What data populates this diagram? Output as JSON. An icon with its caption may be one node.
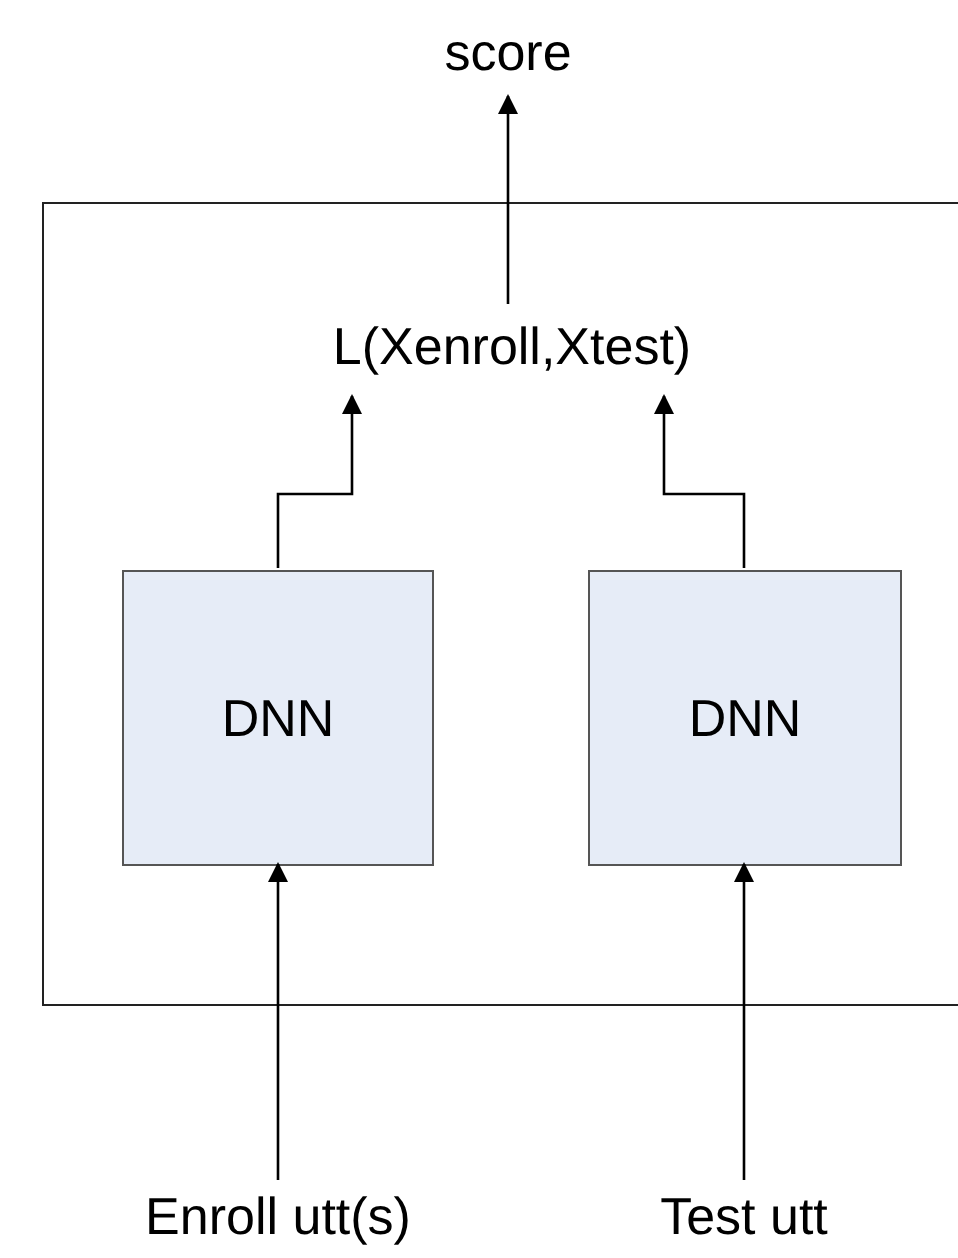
{
  "diagram": {
    "nodes": [
      {
        "text": [],
        "shape": "box"
      },
      {
        "text": [
          "score"
        ]
      },
      {
        "text": [
          "L(Xenroll,Xtest)"
        ],
        "in": 0
      },
      {
        "text": [
          "DNN"
        ],
        "in": 0
      },
      {
        "text": [
          "DNN"
        ],
        "in": 0
      },
      {
        "text": [
          "Enroll utt(s)"
        ]
      },
      {
        "text": [
          "Test utt"
        ]
      }
    ],
    "edges": [
      {
        "from": 2,
        "to": 1,
        "arrow": "to"
      },
      {
        "from": 3,
        "to": 2,
        "arrow": "to"
      },
      {
        "from": 4,
        "to": 2,
        "arrow": "to"
      },
      {
        "from": 5,
        "to": 3,
        "arrow": "to"
      },
      {
        "from": 6,
        "to": 4,
        "arrow": "to"
      }
    ]
  }
}
